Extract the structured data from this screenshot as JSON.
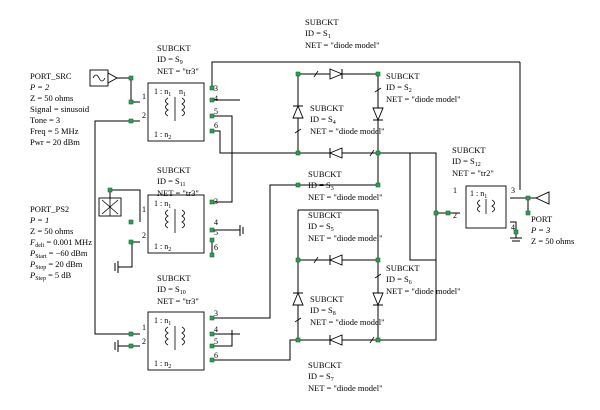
{
  "port_src": {
    "lines": [
      "PORT_SRC",
      "P = 2",
      "Z = 50 ohms",
      "Signal = sinusoid",
      "Tone = 3",
      "Freq = 5 MHz",
      "Pwr = 20 dBm"
    ]
  },
  "port_ps2": {
    "title": "PORT_PS2",
    "p": "P = 1",
    "z": "Z = 50 ohms",
    "fdelt_pre": "F",
    "fdelt_sub": "delt",
    "fdelt_val": " = 0.001 MHz",
    "pstart_pre": "P",
    "pstart_sub": "Start",
    "pstart_val": " = −60 dBm",
    "pstop_pre": "P",
    "pstop_sub": "Stop",
    "pstop_val": " = 20 dBm",
    "pstep_pre": "P",
    "pstep_sub": "Step",
    "pstep_val": " = 5 dB"
  },
  "port_out": {
    "lines": [
      "PORT",
      "P = 3",
      "Z = 50 ohms"
    ]
  },
  "subckts": {
    "s9": {
      "title": "SUBCKT",
      "id_pre": "ID = S",
      "id_sub": "9",
      "net": "NET = \"tr3\""
    },
    "s11": {
      "title": "SUBCKT",
      "id_pre": "ID = S",
      "id_sub": "11",
      "net": "NET = \"tr3\""
    },
    "s10": {
      "title": "SUBCKT",
      "id_pre": "ID = S",
      "id_sub": "10",
      "net": "NET = \"tr3\""
    },
    "s12": {
      "title": "SUBCKT",
      "id_pre": "ID = S",
      "id_sub": "12",
      "net": "NET = \"tr2\""
    },
    "s1": {
      "title": "SUBCKT",
      "id_pre": "ID = S",
      "id_sub": "1",
      "net": "NET = \"diode model\""
    },
    "s2": {
      "title": "SUBCKT",
      "id_pre": "ID = S",
      "id_sub": "2",
      "net": "NET = \"diode model\""
    },
    "s4": {
      "title": "SUBCKT",
      "id_pre": "ID = S",
      "id_sub": "4",
      "net": "NET = \"diode model\""
    },
    "s3": {
      "title": "SUBCKT",
      "id_pre": "ID = S",
      "id_sub": "3",
      "net": "NET = \"diode model\""
    },
    "s5": {
      "title": "SUBCKT",
      "id_pre": "ID = S",
      "id_sub": "5",
      "net": "NET = \"diode model\""
    },
    "s6": {
      "title": "SUBCKT",
      "id_pre": "ID = S",
      "id_sub": "6",
      "net": "NET = \"diode model\""
    },
    "s8": {
      "title": "SUBCKT",
      "id_pre": "ID = S",
      "id_sub": "8",
      "net": "NET = \"diode model\""
    },
    "s7": {
      "title": "SUBCKT",
      "id_pre": "ID = S",
      "id_sub": "7",
      "net": "NET = \"diode model\""
    }
  },
  "ratio": {
    "pre": "1 : n",
    "sub": "1"
  },
  "n1": {
    "pre": "n",
    "sub": "1"
  },
  "n2": {
    "pre": "n",
    "sub": "2"
  },
  "pins": {
    "p1": "1",
    "p2": "2",
    "p3": "3",
    "p4": "4",
    "p5": "5",
    "p6": "6"
  }
}
